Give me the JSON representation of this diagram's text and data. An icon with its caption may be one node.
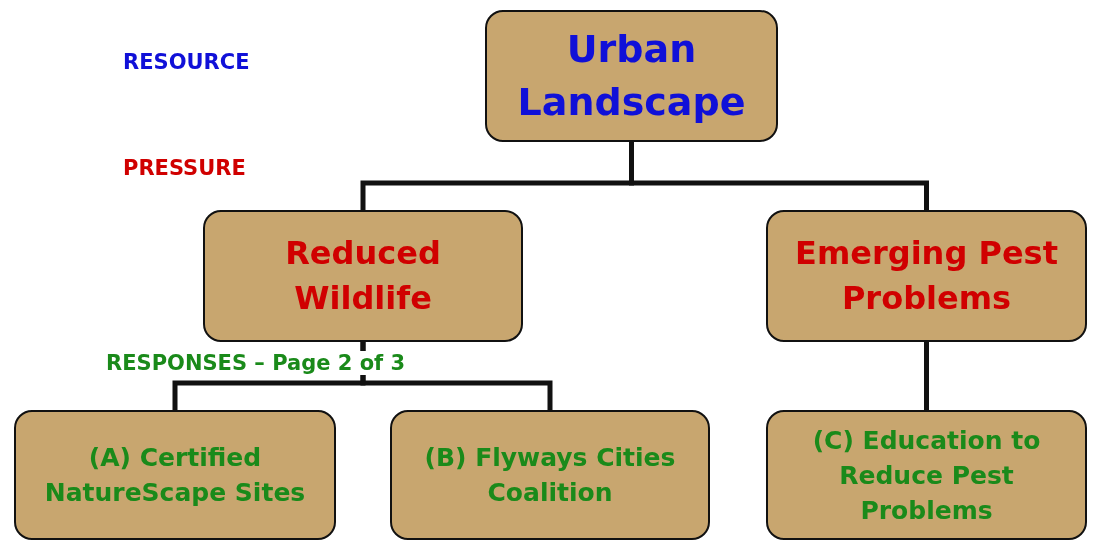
{
  "diagram": {
    "nodes": [
      {
        "text": [
          "Urban Landscape"
        ]
      },
      {
        "text": [
          "Reduced Wildlife"
        ]
      },
      {
        "text": [
          "Emerging Pest Problems"
        ]
      },
      {
        "text": [
          "(A) Certified NatureScape Sites"
        ]
      },
      {
        "text": [
          "(B) Flyways Cities Coalition"
        ]
      },
      {
        "text": [
          "(C) Education to Reduce Pest Problems"
        ]
      }
    ],
    "edges": [
      {
        "from": 0,
        "to": 1,
        "arrow": "none"
      },
      {
        "from": 0,
        "to": 2,
        "arrow": "none"
      },
      {
        "from": 1,
        "to": 3,
        "arrow": "none"
      },
      {
        "from": 1,
        "to": 4,
        "arrow": "none"
      },
      {
        "from": 2,
        "to": 5,
        "arrow": "none"
      }
    ],
    "labels": [
      "RESOURCE",
      "PRESSURE",
      "RESPONSES – Page 2 of 3"
    ]
  }
}
